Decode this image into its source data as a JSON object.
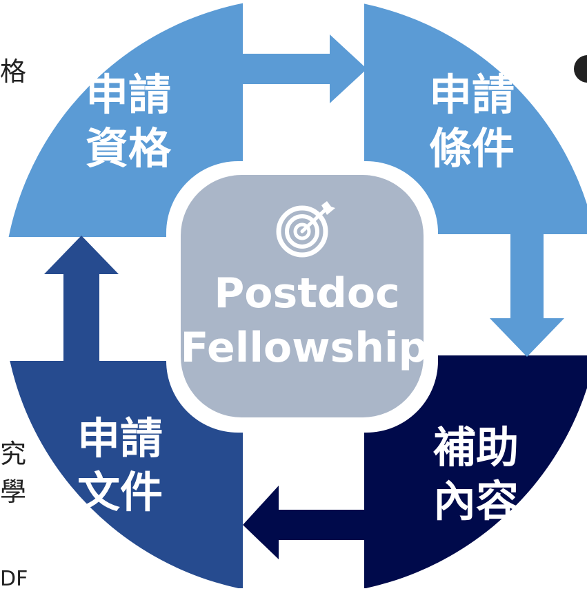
{
  "colors": {
    "quadrant_top_left": "#5b9bd5",
    "quadrant_top_right": "#5b9bd5",
    "quadrant_bottom_right": "#000a4b",
    "quadrant_bottom_left": "#264b8f",
    "arrow_top": "#5b9bd5",
    "arrow_right": "#5b9bd5",
    "arrow_bottom": "#000a4b",
    "arrow_left": "#264b8f",
    "center_fill": "#aab6c8",
    "center_ring": "#ffffff",
    "label_text": "#ffffff",
    "background_text": "#222222"
  },
  "center": {
    "icon": "target-icon",
    "title_line1": "Postdoc",
    "title_line2": "Fellowship"
  },
  "quadrants": [
    {
      "id": "top-left",
      "line1": "申請",
      "line2": "資格"
    },
    {
      "id": "top-right",
      "line1": "申請",
      "line2": "條件"
    },
    {
      "id": "bottom-right",
      "line1": "補助",
      "line2": "內容"
    },
    {
      "id": "bottom-left",
      "line1": "申請",
      "line2": "文件"
    }
  ],
  "background_fragments": {
    "left_top": "格",
    "left_mid_1": "究",
    "left_mid_2": "學",
    "left_bottom": "DF",
    "right_bullet": "●"
  }
}
